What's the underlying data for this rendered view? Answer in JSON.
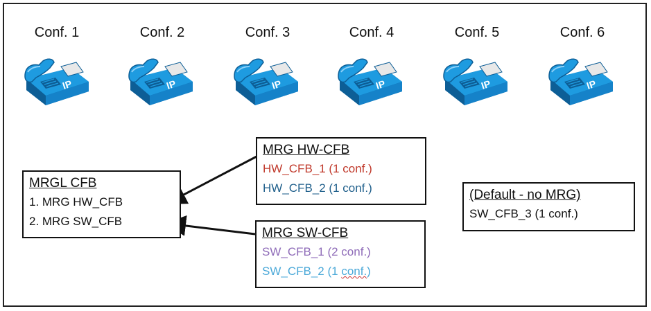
{
  "conferences": [
    "Conf. 1",
    "Conf. 2",
    "Conf. 3",
    "Conf. 4",
    "Conf. 5",
    "Conf. 6"
  ],
  "phone_icon": {
    "name": "ip-phone-icon",
    "label": "IP",
    "color": "#1e9be0"
  },
  "mrgl": {
    "title": "MRGL CFB",
    "items": [
      "1. MRG HW_CFB",
      "2. MRG SW_CFB"
    ]
  },
  "mrg_hw": {
    "title": "MRG HW-CFB",
    "items": [
      {
        "text": "HW_CFB_1 (1 conf.)",
        "color": "#c0392b"
      },
      {
        "text": "HW_CFB_2 (1 conf.)",
        "color": "#1f5f8b"
      }
    ]
  },
  "mrg_sw": {
    "title": "MRG SW-CFB",
    "items": [
      {
        "text": "SW_CFB_1 (2 conf.)",
        "color": "#8e6bb8"
      },
      {
        "text_pre": "SW_CFB_2 (1 ",
        "text_squig": "conf.",
        "text_post": ")",
        "color": "#4aa8d8"
      }
    ]
  },
  "default_box": {
    "title": "(Default - no MRG)",
    "items": [
      "SW_CFB_3 (1 conf.)"
    ]
  }
}
